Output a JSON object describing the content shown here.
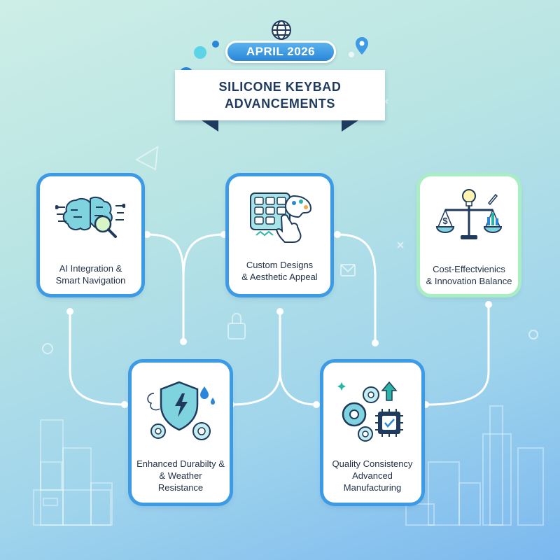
{
  "header": {
    "date": "APRIL 2026",
    "title_line1": "SILICONE KEYBAD",
    "title_line2": "ADVANCEMENTS"
  },
  "cards": [
    {
      "id": "ai",
      "line1": "AI Integration &",
      "line2": "Smart Navigation",
      "icon": "brain-magnifier-icon"
    },
    {
      "id": "custom",
      "line1": "Custom Designs",
      "line2": "& Aesthetic Appeal",
      "icon": "keypad-palette-icon"
    },
    {
      "id": "cost",
      "line1": "Cost-Effectvienics",
      "line2": "& Innovation Balance",
      "icon": "balance-scale-icon"
    },
    {
      "id": "durability",
      "line1": "Enhanced Durabilty &",
      "line2": "& Weather Resistance",
      "icon": "shield-gears-icon"
    },
    {
      "id": "quality",
      "line1": "Quality Consistency",
      "line2": "Advanced",
      "line3": "Manufacturing",
      "icon": "gears-chip-icon"
    }
  ],
  "colors": {
    "accent_blue": "#3d9be6",
    "accent_green": "#a9eec2",
    "title_text": "#1f3a5c",
    "icon_teal": "#2bb4a8",
    "icon_dark": "#1f3a5c"
  }
}
